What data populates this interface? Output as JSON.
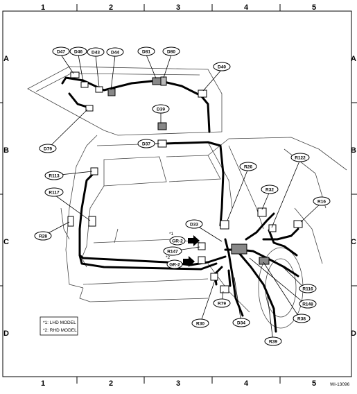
{
  "grid": {
    "columns": [
      "1",
      "2",
      "3",
      "4",
      "5"
    ],
    "rows": [
      "A",
      "B",
      "C",
      "D"
    ]
  },
  "callouts": {
    "D47": "D47",
    "D46": "D46",
    "D43": "D43",
    "D44": "D44",
    "D81": "D81",
    "D80": "D80",
    "D40": "D40",
    "D39": "D39",
    "D79": "D79",
    "D37": "D37",
    "R113": "R113",
    "R117": "R117",
    "R28": "R28",
    "R26": "R26",
    "R122": "R122",
    "R32": "R32",
    "R16": "R16",
    "D33": "D33",
    "R147": "R147",
    "GR2a": "GR-2",
    "GR2b": "GR-2",
    "R116": "R116",
    "R148": "R148",
    "R38": "R38",
    "R79": "R79",
    "R30": "R30",
    "D34": "D34",
    "R39": "R39"
  },
  "marks": {
    "star1": "*1",
    "star2": "*2"
  },
  "legend": {
    "line1": "*1: LHD MODEL",
    "line2": "*2: RHD MODEL"
  },
  "figure_id": "WI-13096"
}
